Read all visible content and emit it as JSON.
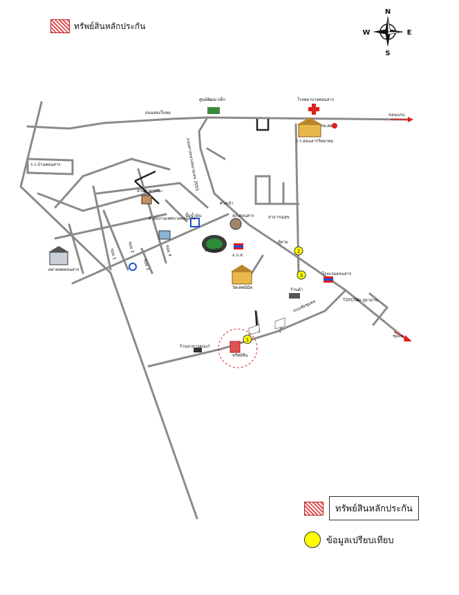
{
  "legend_top": {
    "label": "ทรัพย์สินหลักประกัน"
  },
  "compass": {
    "n": "N",
    "s": "S",
    "e": "E",
    "w": "W"
  },
  "legend_bottom": {
    "collateral": "ทรัพย์สินหลักประกัน",
    "comparison": "ข้อมูลเปรียบเทียบ"
  },
  "colors": {
    "road": "#8a8a8a",
    "collateral": "#e05252",
    "comparison": "#ffff00",
    "arrow": "#e11d1d"
  },
  "comparison_markers": [
    "1",
    "2",
    "3"
  ],
  "map_labels": {
    "road_north": "ถนนทองใบหม",
    "road_khonkaen": "ขอนแก่น",
    "road_chum_phae": "ชุมแพ",
    "hospital": "โรงพยาบาลคอนสาร",
    "school_hs": "ร.ร.คอนสารวิทยาคม",
    "district": "สำนักงานเทศบาลคอนสาร",
    "police": "สภ.คอนสาร",
    "market": "ตลาดสดคอนสาร",
    "temple": "วัดเทพนิมิต",
    "bank_left": "ธ.ก.ส.",
    "stadium_label": "สนามกีฬา",
    "toyota": "TOYOTA",
    "shop": "ร้านอาหารคุณเก๋",
    "road_right": "ไปอ.ภูผาม่าน",
    "subject": "ทรัพย์สิน",
    "road_vertical": "ถนนทางหลวงหมายเลข 2055",
    "road_mid": "ถนนชัยชุมพล",
    "school_left": "ร.ร.บ้านคอนสาร",
    "kindergarten": "ศูนย์พัฒนาเด็ก",
    "gas_station": "ปั๊มน้ำมัน",
    "hotel": "โรงแรมคอนสาร",
    "shop2": "ร้านค้า",
    "soi1": "ซอย 1",
    "soi2": "ซอย 2",
    "soi3": "ซอย 3",
    "soi4": "ซอย 4",
    "park": "สวนสาธารณะ",
    "health": "สาธารณสุข",
    "mosque": "ศาลเจ้า",
    "police_box": "ตู้ยาม",
    "health_ctr": "รพ.สต."
  }
}
